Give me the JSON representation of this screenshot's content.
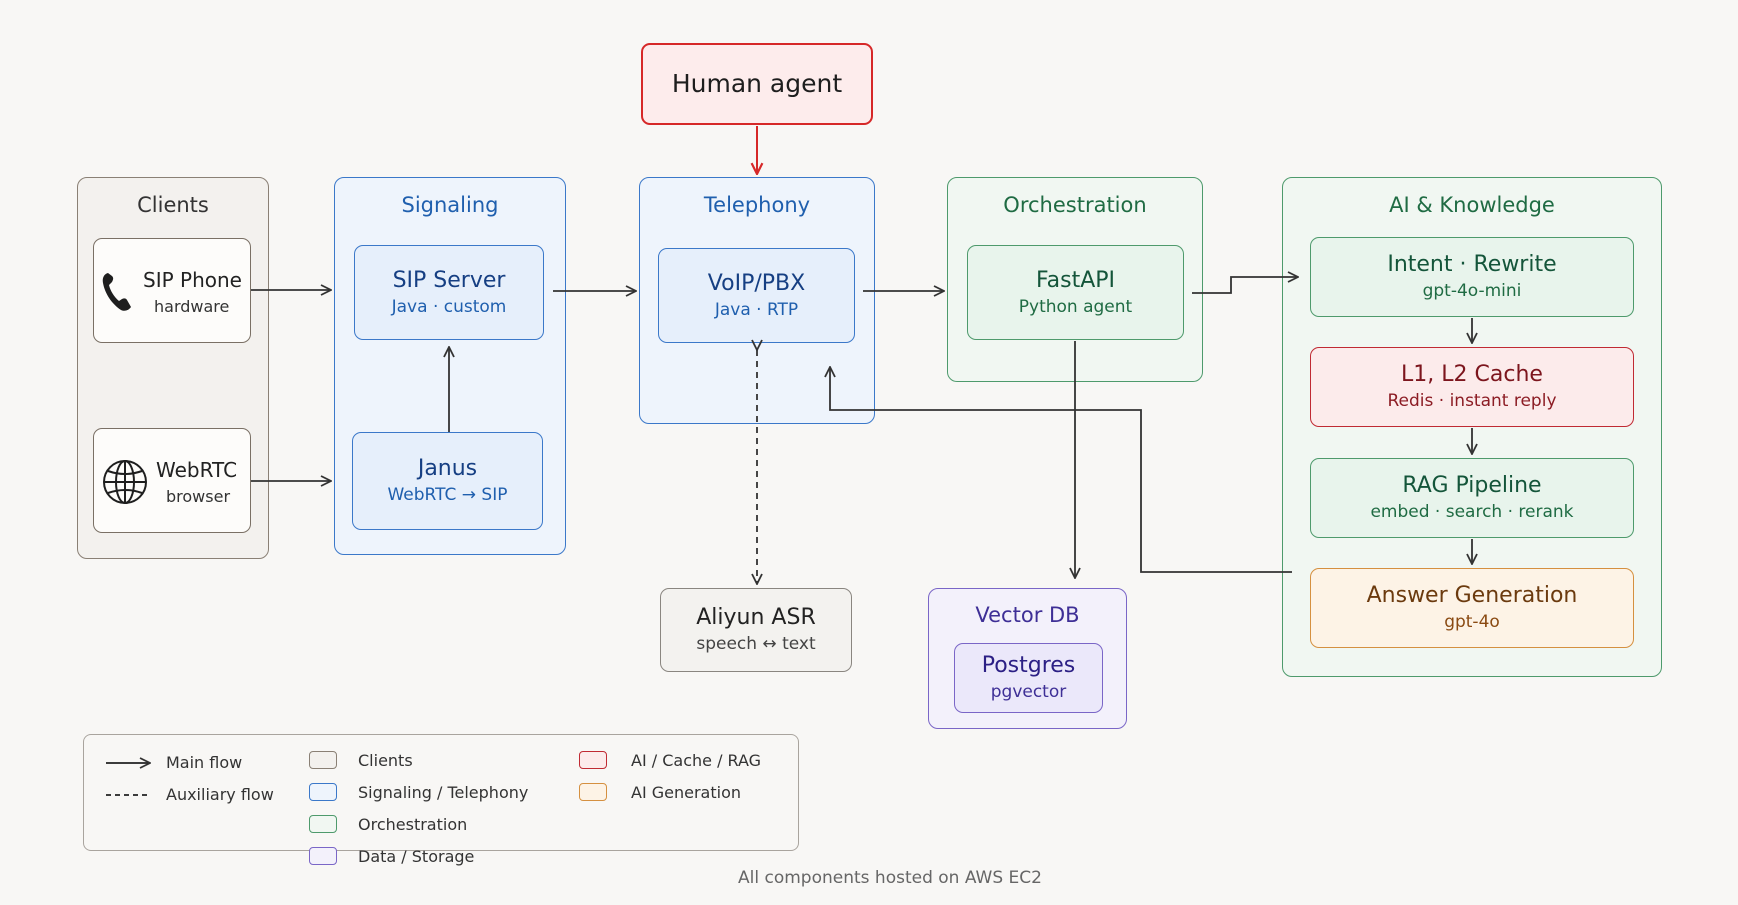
{
  "human_agent": "Human agent",
  "groups": {
    "clients": "Clients",
    "signaling": "Signaling",
    "telephony": "Telephony",
    "orchestration": "Orchestration",
    "ai_knowledge": "AI & Knowledge",
    "vector_db": "Vector DB"
  },
  "nodes": {
    "sip_phone": {
      "title": "SIP Phone",
      "sub": "hardware",
      "icon": "phone-icon"
    },
    "webrtc": {
      "title": "WebRTC",
      "sub": "browser",
      "icon": "globe-icon"
    },
    "sip_server": {
      "title": "SIP Server",
      "sub": "Java · custom"
    },
    "janus": {
      "title": "Janus",
      "sub": "WebRTC → SIP"
    },
    "voip": {
      "title": "VoIP/PBX",
      "sub": "Java · RTP"
    },
    "fastapi": {
      "title": "FastAPI",
      "sub": "Python agent"
    },
    "intent": {
      "title": "Intent · Rewrite",
      "sub": "gpt-4o-mini"
    },
    "cache": {
      "title": "L1, L2 Cache",
      "sub": "Redis · instant reply"
    },
    "rag": {
      "title": "RAG Pipeline",
      "sub": "embed · search · rerank"
    },
    "answer": {
      "title": "Answer Generation",
      "sub": "gpt-4o"
    },
    "asr": {
      "title": "Aliyun ASR",
      "sub": "speech ↔ text"
    },
    "postgres": {
      "title": "Postgres",
      "sub": "pgvector"
    }
  },
  "legend": {
    "main_flow": "Main flow",
    "aux_flow": "Auxiliary flow",
    "clients": "Clients",
    "signaling": "Signaling / Telephony",
    "orchestration": "Orchestration",
    "data": "Data / Storage",
    "ai_cache": "AI / Cache / RAG",
    "ai_gen": "AI Generation"
  },
  "footnote": "All components hosted on AWS EC2",
  "colors": {
    "clients": "#8a8075",
    "signaling": "#3b78c9",
    "orchestration": "#4e9a6c",
    "data": "#7a66c7",
    "ai_cache": "#c02a33",
    "ai_gen": "#d59040",
    "human_arrow": "#d62828"
  }
}
